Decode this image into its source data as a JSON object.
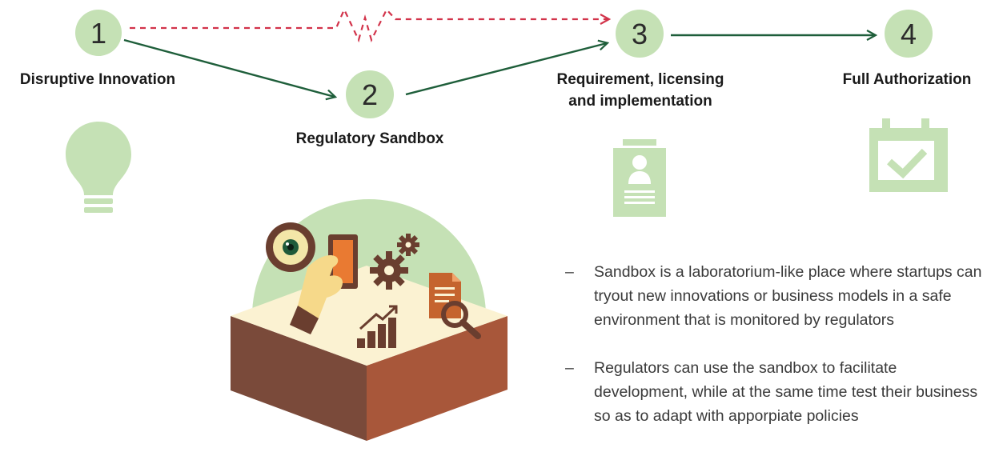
{
  "steps": [
    {
      "number": "1",
      "label": "Disruptive Innovation"
    },
    {
      "number": "2",
      "label": "Regulatory Sandbox"
    },
    {
      "number": "3",
      "label_line1": "Requirement, licensing",
      "label_line2": "and implementation"
    },
    {
      "number": "4",
      "label": "Full Authorization"
    }
  ],
  "notes": [
    {
      "bullet": "–",
      "text": "Sandbox is a laboratorium-like place where startups can tryout new innovations or business models in a safe environment that is monitored by regulators"
    },
    {
      "bullet": "–",
      "text": "Regulators can use the sandbox to facilitate development, while at the same time test their business so as to adapt with apporpiate policies"
    }
  ],
  "icons": {
    "step1": "lightbulb-icon",
    "step2": "sandbox-illustration",
    "step3": "id-badge-icon",
    "step4": "calendar-check-icon"
  },
  "colors": {
    "step_circle": "#c5e1b5",
    "solid_arrow": "#1e5e3a",
    "dashed_arrow": "#d2334a",
    "icon_fill": "#c5e1b5"
  }
}
